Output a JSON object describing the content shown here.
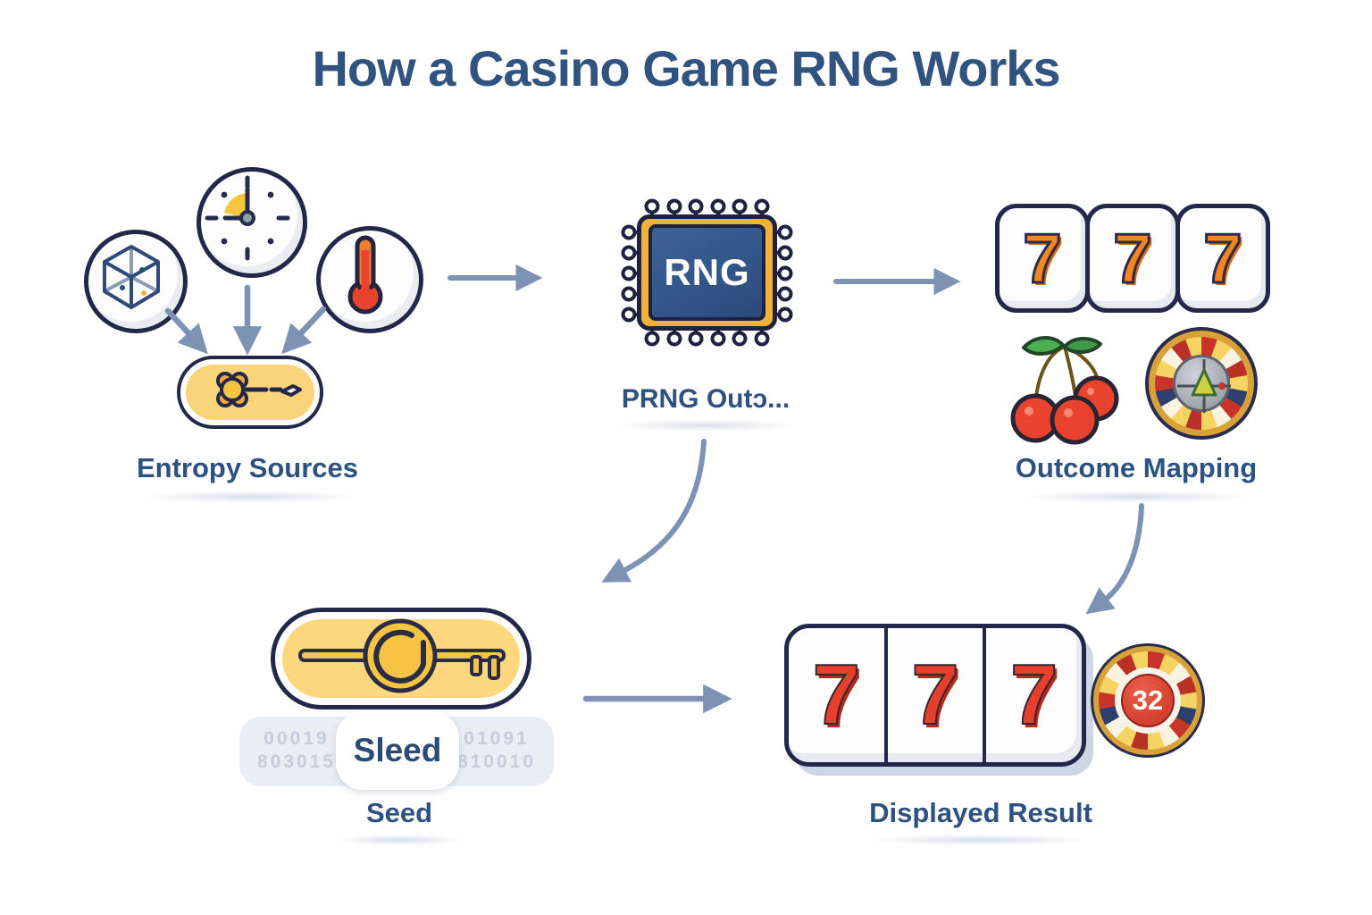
{
  "title": "How a Casino Game RNG Works",
  "entropy": {
    "label": "Entropy Sources",
    "icons": [
      "dice-cube-icon",
      "clock-icon",
      "thermometer-icon",
      "key-icon"
    ]
  },
  "rng": {
    "chip_text": "RNG",
    "label": "PRNG Outɔ..."
  },
  "outcome": {
    "label": "Outcome Mapping",
    "reels": [
      "7",
      "7",
      "7"
    ],
    "icons": [
      "cherries-icon",
      "roulette-wheel-icon"
    ]
  },
  "seed": {
    "label": "Seed",
    "tag_text": "Sleed",
    "digits_left_top": "00019",
    "digits_left_bottom": "803015",
    "digits_right_top": "01091",
    "digits_right_bottom": "810010",
    "icons": [
      "key-icon"
    ]
  },
  "result": {
    "label": "Displayed Result",
    "reels": [
      "7",
      "7",
      "7"
    ],
    "chip_number": "32",
    "icons": [
      "roulette-chip-icon"
    ]
  },
  "colors": {
    "title_text": "#315380",
    "label_text": "#2d5181",
    "arrow": "#7e93b4",
    "outline_navy": "#23284a",
    "chip_frame_yellow": "#f2b23a",
    "chip_core_blue": "#33568a",
    "seed_yellow": "#fcd77e",
    "orange_seven": "#f5861f",
    "red_seven": "#e6402c",
    "cherry_red": "#e8432e",
    "gold": "#d8a23b"
  }
}
